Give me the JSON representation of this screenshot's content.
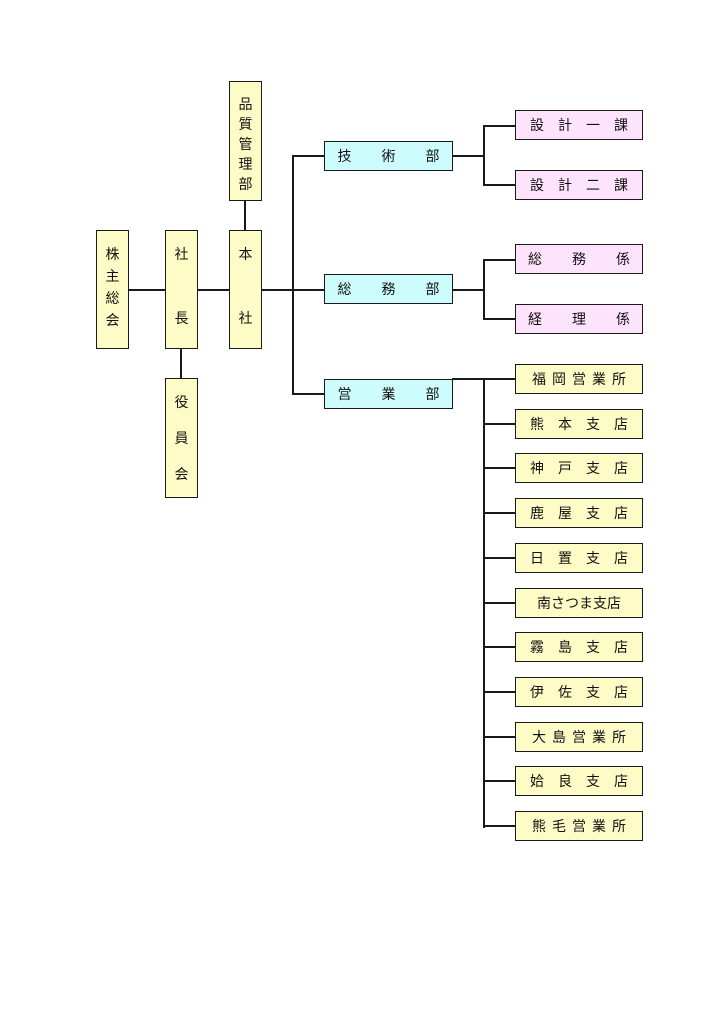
{
  "colors": {
    "yellow": "#fefcc6",
    "cyan": "#cdfcfc",
    "pink": "#fde3fb",
    "line": "#1a1a1a"
  },
  "nodes": {
    "shareholders": "株主総会",
    "president": "社長",
    "board": "役員会",
    "head_office": "本社",
    "quality_dept": "品質管理部",
    "tech_dept": "技術部",
    "general_affairs_dept": "総務部",
    "sales_dept": "営業部",
    "design1": "設計一課",
    "design2": "設計二課",
    "general_affairs_sec": "総務係",
    "accounting_sec": "経理係",
    "branches": [
      "福岡営業所",
      "熊本支店",
      "神戸支店",
      "鹿屋支店",
      "日置支店",
      "南さつま支店",
      "霧島支店",
      "伊佐支店",
      "大島営業所",
      "姶良支店",
      "熊毛営業所"
    ]
  }
}
